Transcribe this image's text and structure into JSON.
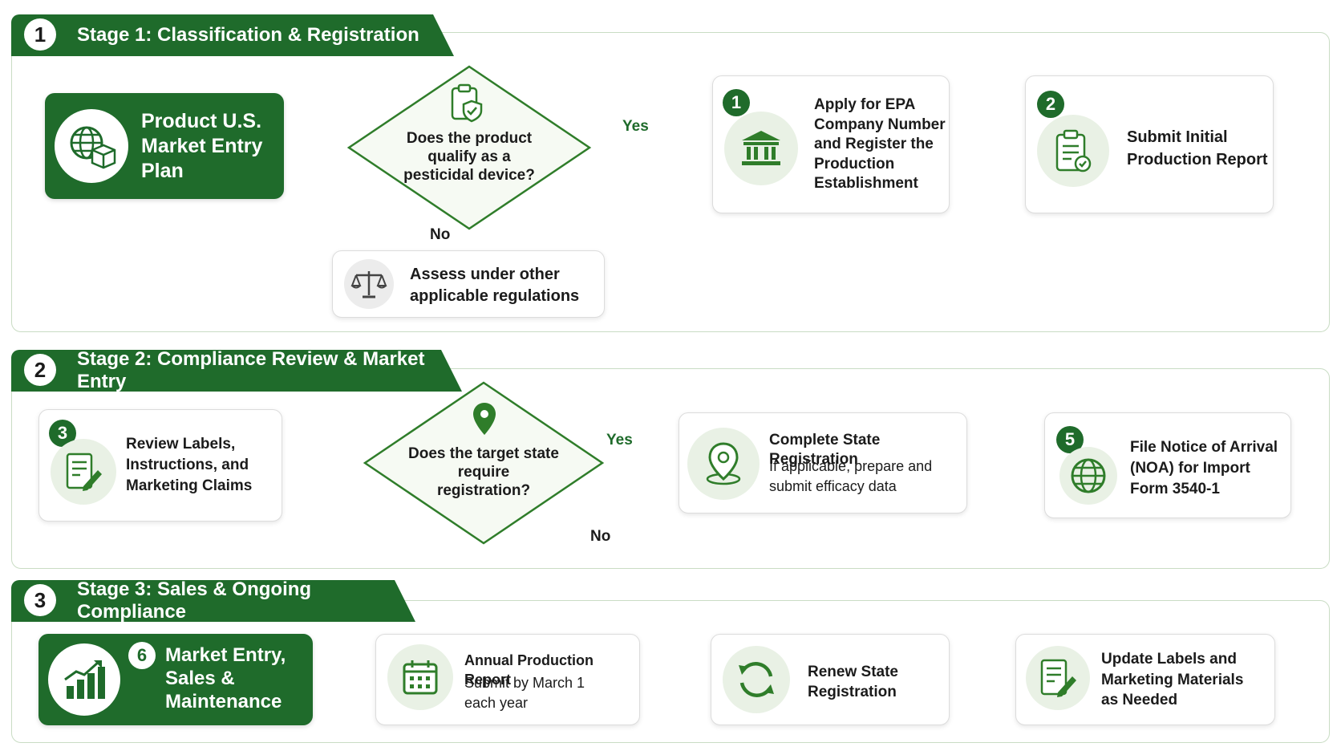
{
  "colors": {
    "primary": "#1f6b2b",
    "accent": "#3a8a34",
    "light": "#e9f1e5",
    "border": "#c9dcc4"
  },
  "stage1": {
    "num": "1",
    "title": "Stage 1: Classification & Registration",
    "start": {
      "line1": "Product U.S.",
      "line2": "Market Entry",
      "line3": "Plan",
      "icon": "globe-box-icon"
    },
    "decision": {
      "line1": "Does the product",
      "line2": "qualify as a",
      "line3": "pesticidal device?",
      "icon": "clipboard-shield-icon"
    },
    "yes_label": "Yes",
    "no_label": "No",
    "step1": {
      "badge": "1",
      "line1": "Apply for EPA",
      "line2": "Company Number",
      "line3": "and Register the",
      "line4": "Production",
      "line5": "Establishment",
      "icon": "government-building-icon"
    },
    "step2": {
      "badge": "2",
      "line1": "Submit Initial",
      "line2": "Production Report",
      "icon": "clipboard-check-icon"
    },
    "assess": {
      "line1": "Assess under other",
      "line2": "applicable regulations",
      "icon": "scales-icon"
    }
  },
  "stage2": {
    "num": "2",
    "title": "Stage 2: Compliance Review & Market Entry",
    "step3": {
      "badge": "3",
      "line1": "Review Labels,",
      "line2": "Instructions, and",
      "line3": "Marketing Claims",
      "icon": "document-edit-icon"
    },
    "decision": {
      "line1": "Does the target state",
      "line2": "require",
      "line3": "registration?",
      "icon": "location-pin-icon"
    },
    "yes_label": "Yes",
    "no_label": "No",
    "state_reg": {
      "title": "Complete State Registration",
      "line1": "If applicable, prepare and",
      "line2": "submit efficacy data",
      "icon": "map-pin-icon"
    },
    "step5": {
      "badge": "5",
      "line1": "File Notice of Arrival",
      "line2": "(NOA) for Import",
      "line3": "Form 3540-1",
      "icon": "globe-icon"
    }
  },
  "stage3": {
    "num": "3",
    "title": "Stage 3: Sales & Ongoing Compliance",
    "step6": {
      "badge": "6",
      "line1": "Market Entry,",
      "line2": "Sales &",
      "line3": "Maintenance",
      "icon": "bar-chart-growth-icon"
    },
    "annual": {
      "title": "Annual Production Report",
      "line1": "Submit by March 1",
      "line2": "each year",
      "icon": "calendar-icon"
    },
    "renew": {
      "line1": "Renew State",
      "line2": "Registration",
      "icon": "refresh-icon"
    },
    "update": {
      "line1": "Update Labels and",
      "line2": "Marketing Materials",
      "line3": "as Needed",
      "icon": "document-pencil-icon"
    }
  }
}
